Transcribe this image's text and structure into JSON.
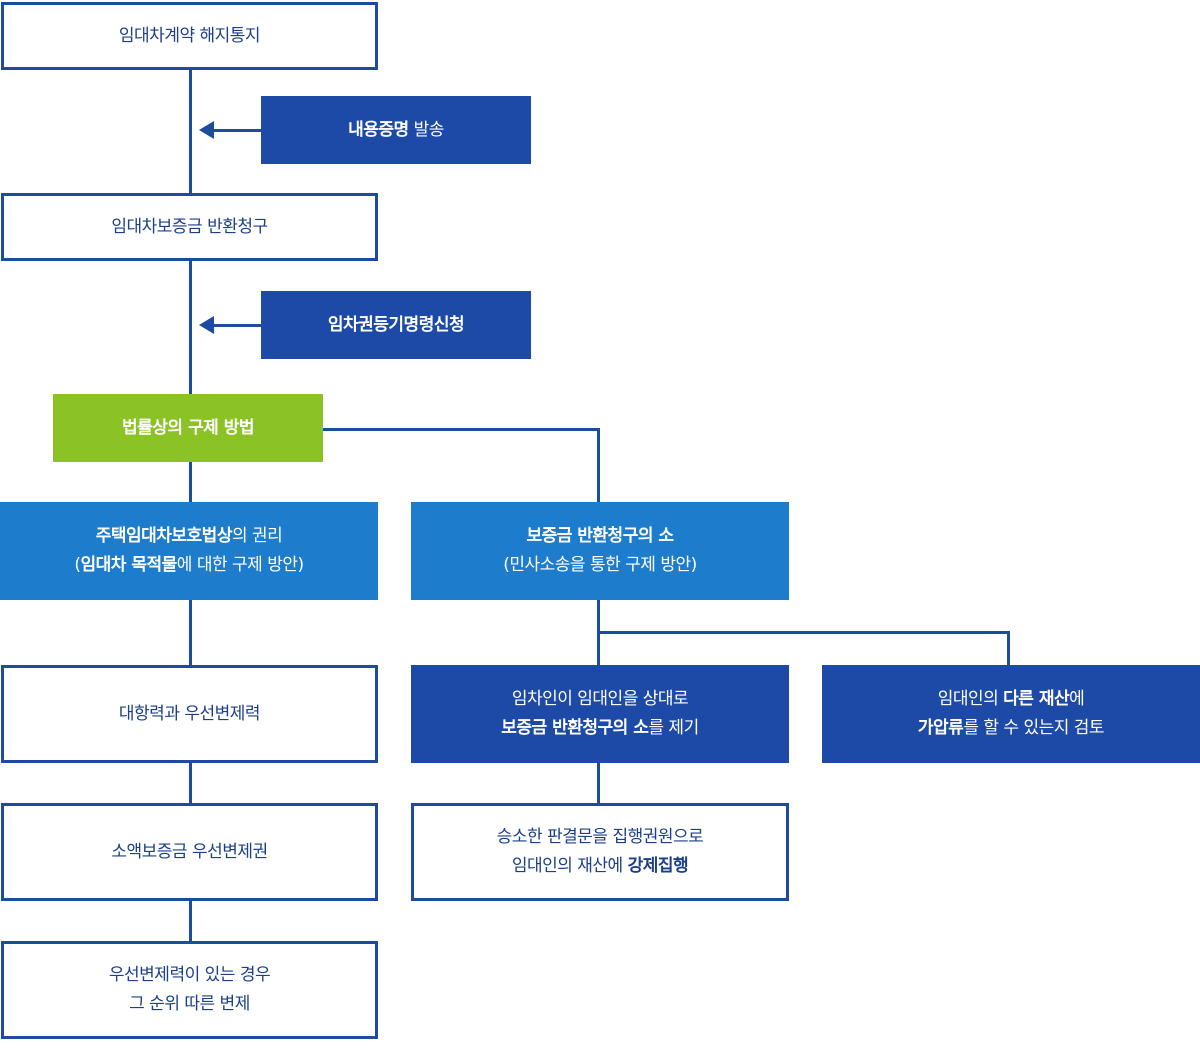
{
  "nodes": {
    "termination_notice": "임대차계약 해지통지",
    "certified_mail": {
      "bold": "내용증명",
      "rest": " 발송"
    },
    "deposit_return_claim": "임대차보증금 반환청구",
    "lease_registration_order": "임차권등기명령신청",
    "legal_remedies": "법률상의 구제 방법",
    "housing_lease_rights": {
      "line1_bold": "주택임대차보호법상",
      "line1_rest": "의 권리",
      "line2_pre": "(",
      "line2_bold": "임대차 목적물",
      "line2_rest": "에 대한 구제 방안)"
    },
    "deposit_return_suit": {
      "line1": "보증금 반환청구의 소",
      "line2": "(민사소송을 통한 구제 방안)"
    },
    "opposing_power": "대항력과 우선변제력",
    "small_deposit_priority": "소액보증금 우선변제권",
    "priority_repayment": {
      "line1": "우선변제력이 있는 경우",
      "line2": "그 순위 따른 변제"
    },
    "file_suit": {
      "line1": "임차인이 임대인을 상대로",
      "line2_bold": "보증금 반환청구의 소",
      "line2_rest": "를 제기"
    },
    "provisional_seizure": {
      "line1_pre": "임대인의 ",
      "line1_bold": "다른 재산",
      "line1_rest": "에",
      "line2_bold": "가압류",
      "line2_rest": "를 할 수 있는지 검토"
    },
    "compulsory_execution": {
      "line1": "승소한 판결문을 집행권원으로",
      "line2_pre": "임대인의 재산에 ",
      "line2_bold": "강제집행"
    }
  },
  "colors": {
    "navy": "#1c4aa6",
    "sky": "#1e7ccc",
    "green": "#8bc326",
    "line": "#1c4ba0"
  }
}
